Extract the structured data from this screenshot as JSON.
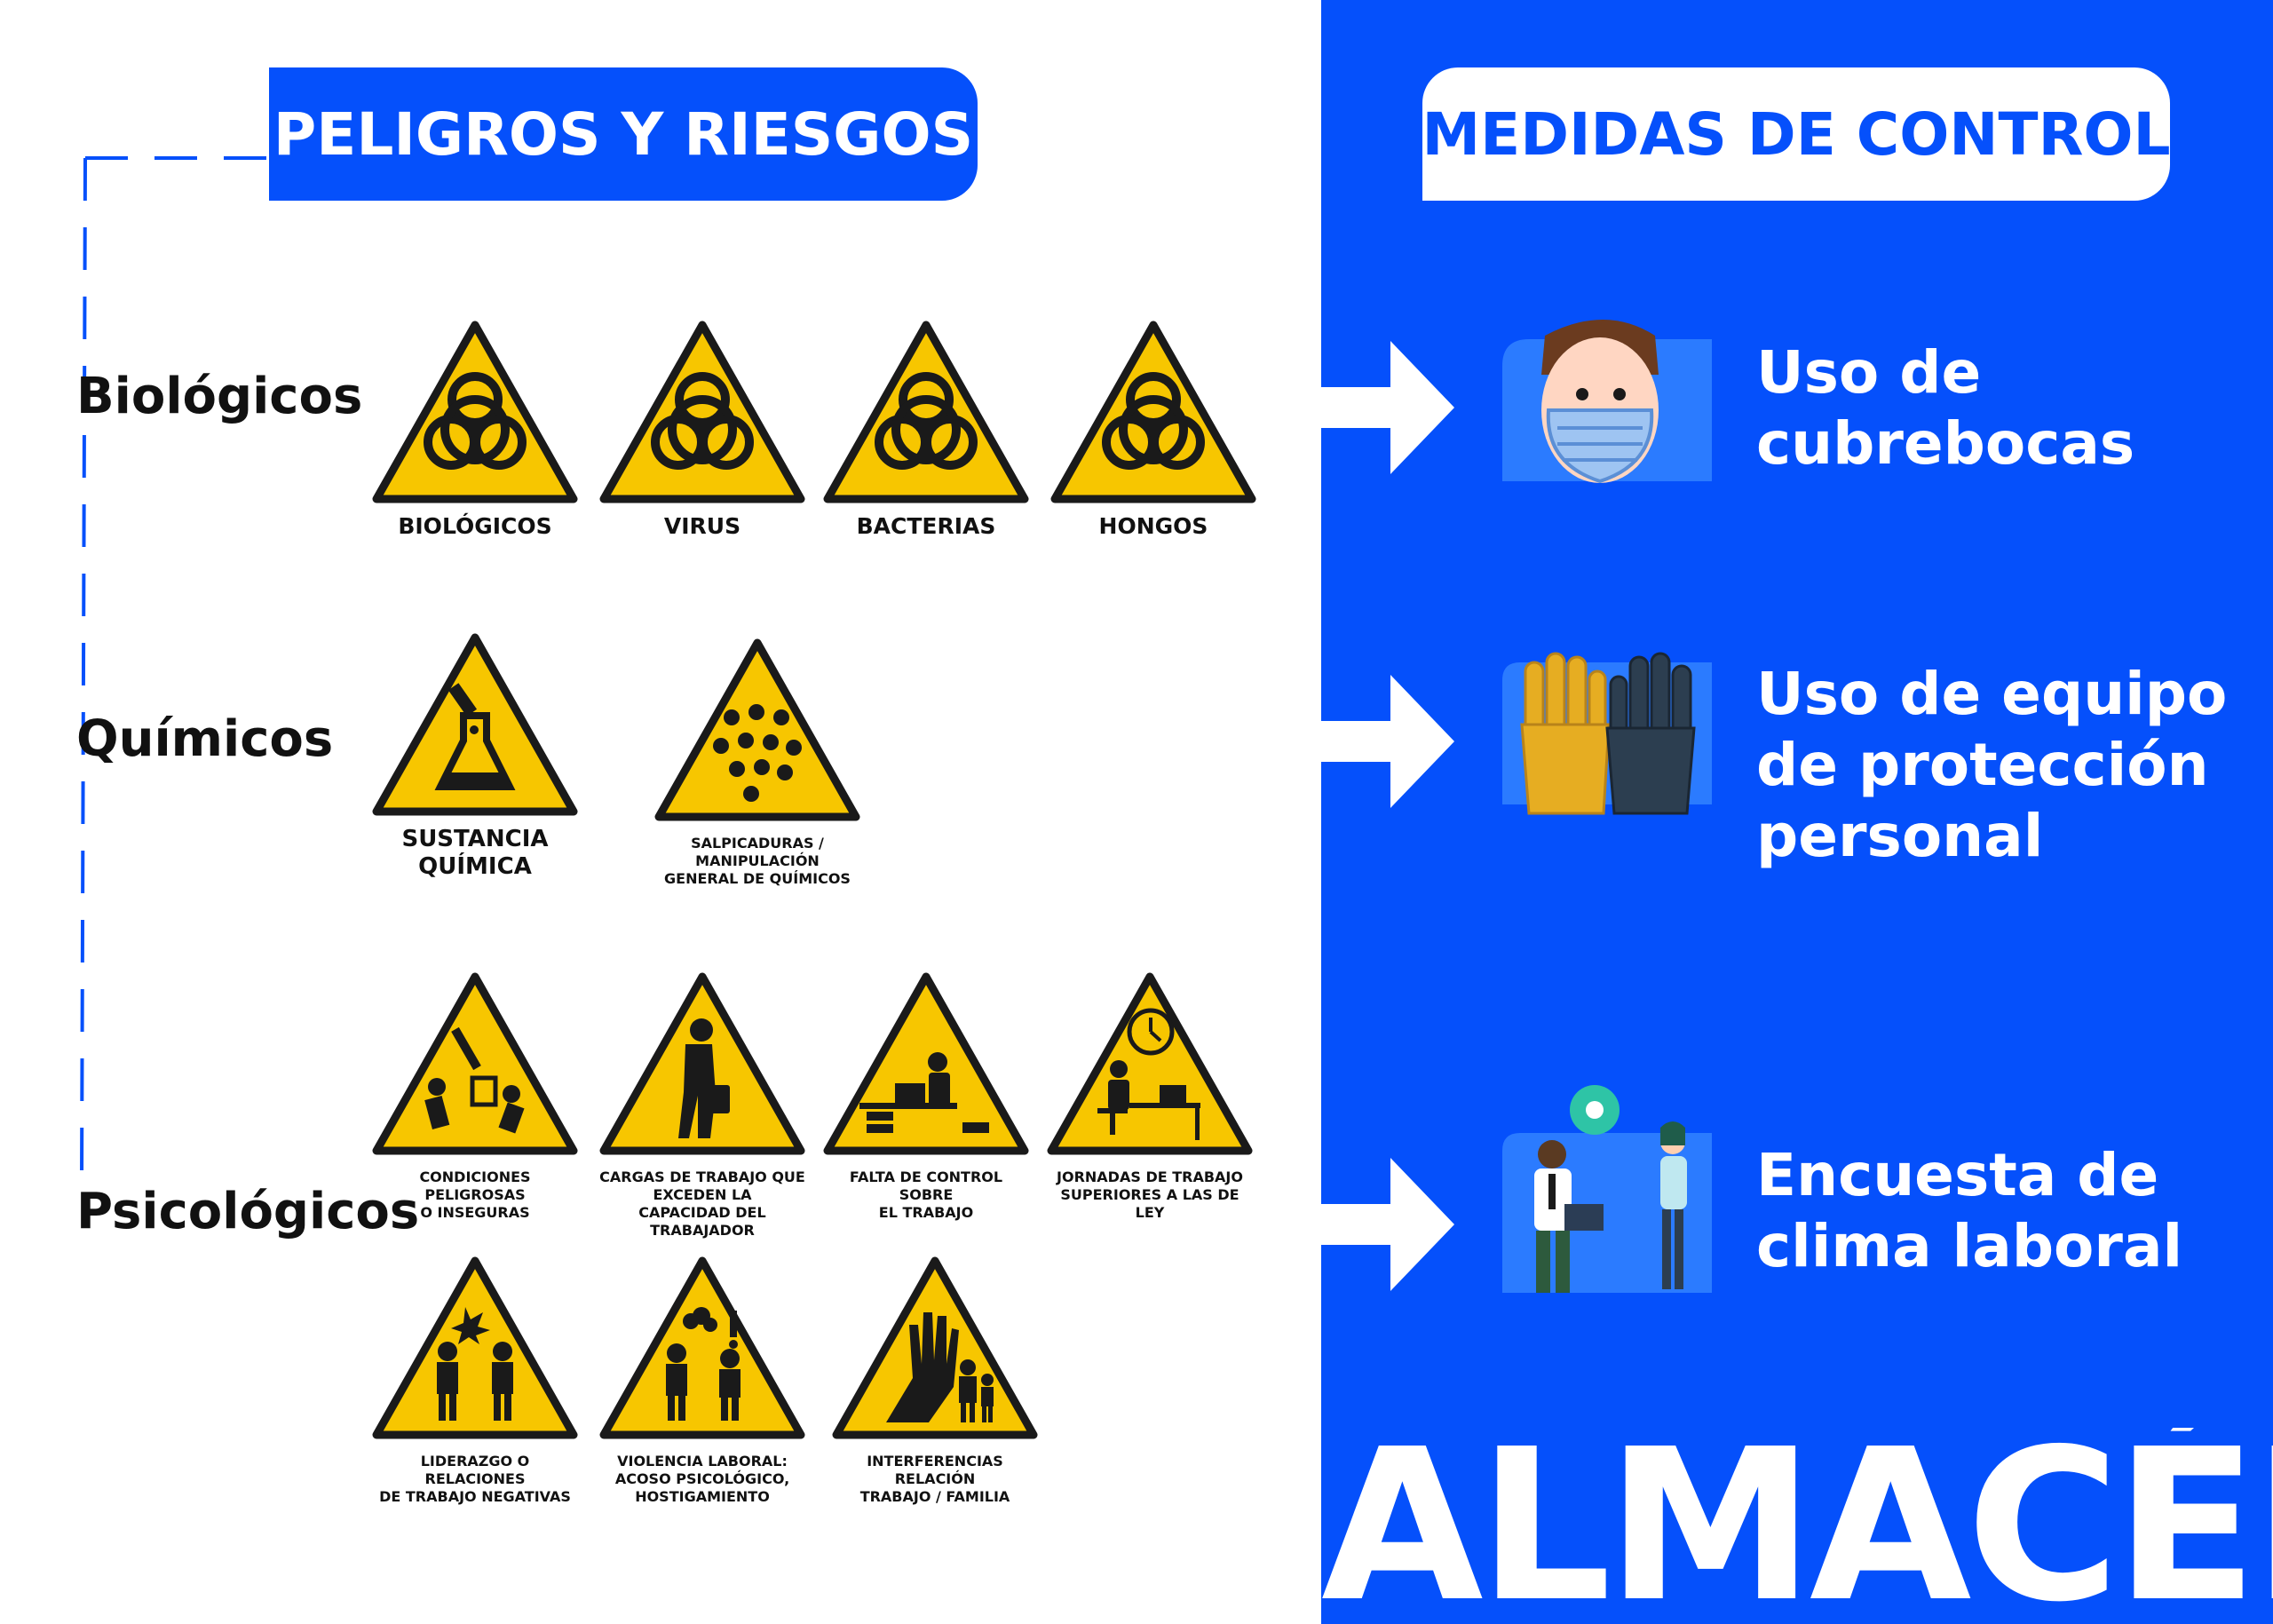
{
  "header_left": "PELIGROS Y RIESGOS",
  "header_right": "MEDIDAS DE CONTROL",
  "categories": {
    "biologicos": "Biológicos",
    "quimicos": "Químicos",
    "psicologicos": "Psicológicos"
  },
  "signs": {
    "bio_1": "BIOLÓGICOS",
    "bio_2": "VIRUS",
    "bio_3": "BACTERIAS",
    "bio_4": "HONGOS",
    "chem_1": "SUSTANCIA\nQUÍMICA",
    "chem_2": "SALPICADURAS / MANIPULACIÓN\nGENERAL DE QUÍMICOS",
    "psy_1": "CONDICIONES PELIGROSAS\nO INSEGURAS",
    "psy_2": "CARGAS DE TRABAJO QUE\nEXCEDEN LA\nCAPACIDAD DEL TRABAJADOR",
    "psy_3": "FALTA DE CONTROL SOBRE\nEL TRABAJO",
    "psy_4": "JORNADAS DE TRABAJO\nSUPERIORES A LAS DE LEY",
    "psy_5": "LIDERAZGO O RELACIONES\nDE TRABAJO NEGATIVAS",
    "psy_6": "VIOLENCIA LABORAL:\nACOSO PSICOLÓGICO,\nHOSTIGAMIENTO",
    "psy_7": "INTERFERENCIAS RELACIÓN\nTRABAJO / FAMILIA"
  },
  "controls": {
    "c1": "Uso de\ncubrebocas",
    "c2": "Uso de equipo\nde protección\npersonal",
    "c3": "Encuesta de\nclima laboral"
  },
  "footer_word": "ALMACÉN",
  "colors": {
    "blue": "#0550fb",
    "yellow": "#f7c600",
    "black": "#1a1a1a"
  },
  "icons": {
    "biohazard": "biohazard-icon",
    "flask": "flask-icon",
    "splash": "splash-icon",
    "mask_person": "mask-person-icon",
    "gloves": "gloves-icon",
    "survey_people": "survey-people-icon",
    "arrow": "arrow-right-icon"
  }
}
